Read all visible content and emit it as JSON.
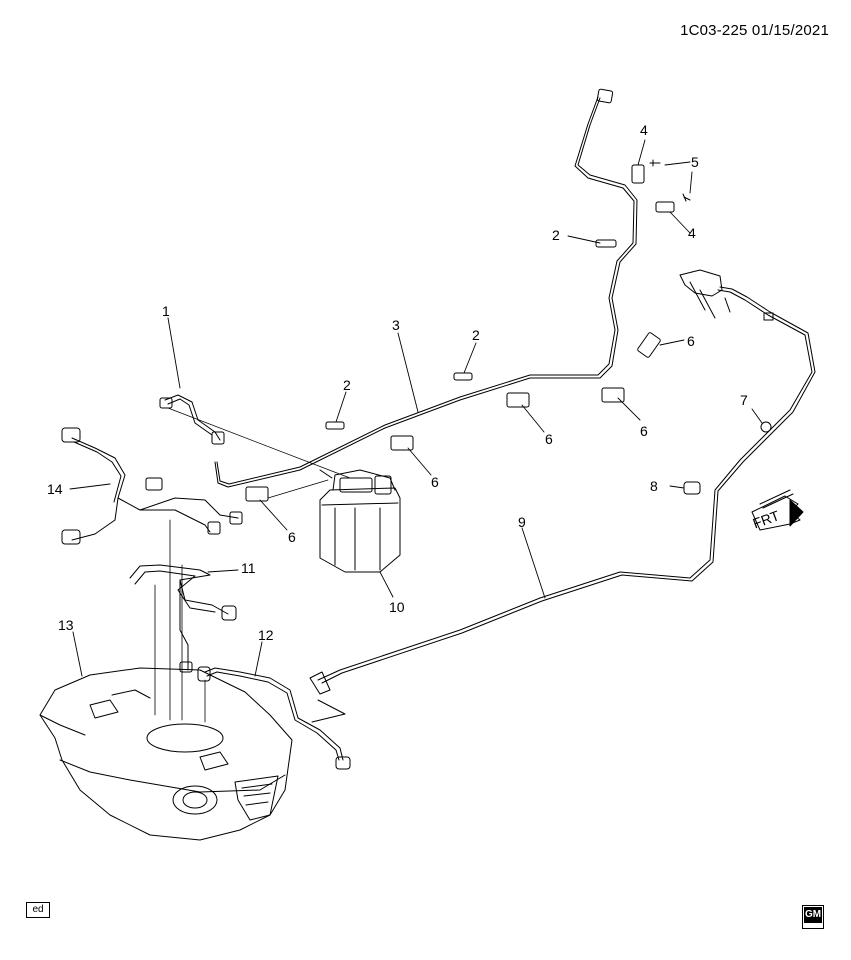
{
  "header": {
    "code": "1C03-225  01/15/2021"
  },
  "callouts": [
    "1",
    "2",
    "3",
    "2",
    "2",
    "4",
    "5",
    "4",
    "6",
    "7",
    "8",
    "6",
    "6",
    "6",
    "9",
    "10",
    "11",
    "12",
    "13",
    "14",
    "6"
  ],
  "direction_badge": {
    "label": "FRT"
  },
  "footer": {
    "badge": "ed",
    "logo": "GM"
  }
}
